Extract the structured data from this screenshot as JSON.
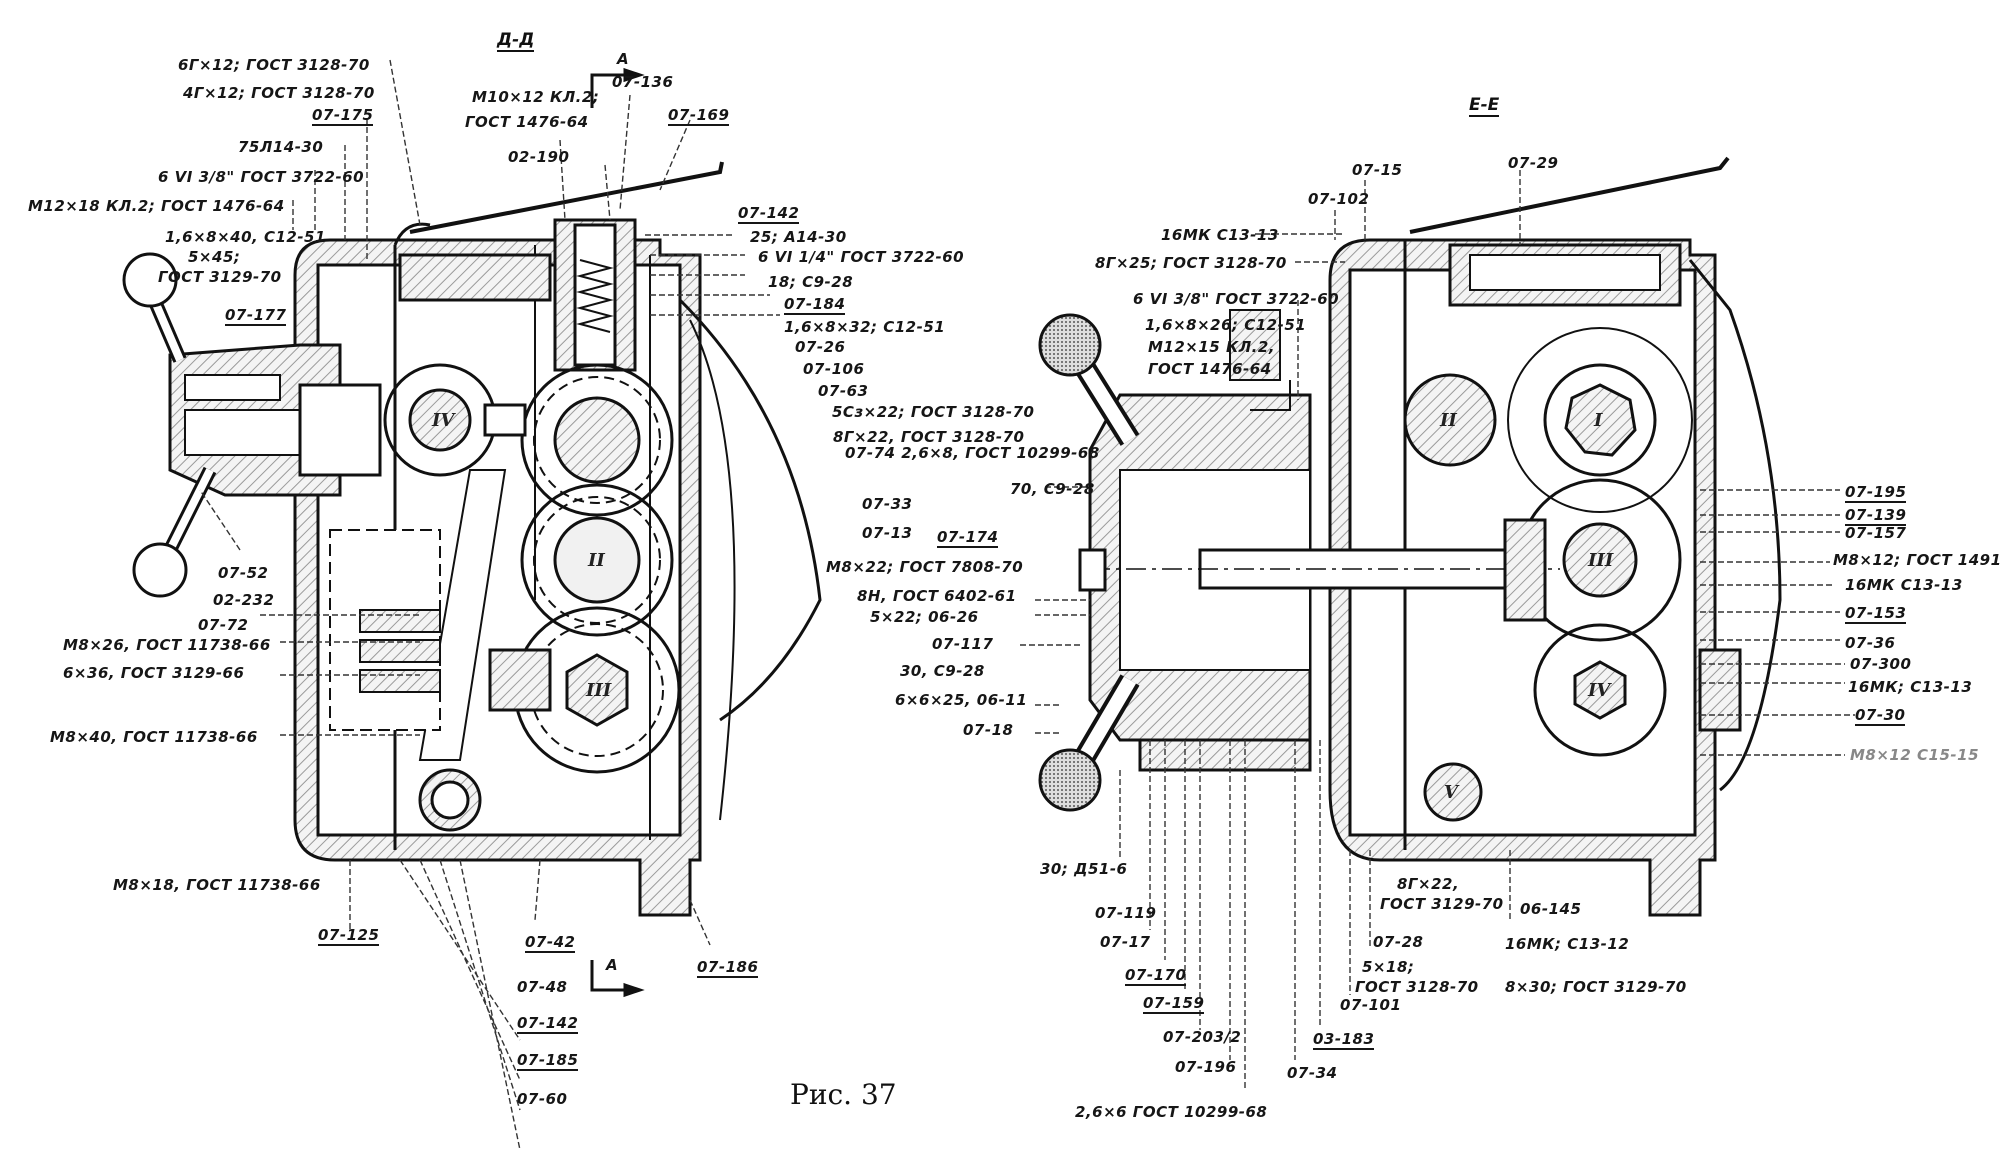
{
  "figure": {
    "caption": "Рис. 37",
    "sections": {
      "left": "Д-Д",
      "right": "Е-Е"
    },
    "view_marker": "А"
  },
  "left_view": {
    "gear_numerals": [
      "II",
      "III",
      "IV"
    ],
    "labels": [
      {
        "id": "l1",
        "text": "6Г×12; ГОСТ 3128-70"
      },
      {
        "id": "l2",
        "text": "4Г×12; ГОСТ 3128-70"
      },
      {
        "id": "l3",
        "text": "07-175",
        "underline": true
      },
      {
        "id": "l4",
        "text": "75Л14-30"
      },
      {
        "id": "l5",
        "text": "6 VI 3/8\" ГОСТ 3722-60"
      },
      {
        "id": "l6",
        "text": "М12×18 КЛ.2; ГОСТ 1476-64"
      },
      {
        "id": "l7",
        "text": "1,6×8×40, С12-51"
      },
      {
        "id": "l8",
        "text": "5×45;"
      },
      {
        "id": "l9",
        "text": "ГОСТ 3129-70"
      },
      {
        "id": "l10",
        "text": "07-177",
        "underline": true
      },
      {
        "id": "l11",
        "text": "М10×12 КЛ.2;"
      },
      {
        "id": "l12",
        "text": "ГОСТ 1476-64"
      },
      {
        "id": "l13",
        "text": "07-136"
      },
      {
        "id": "l14",
        "text": "07-169",
        "underline": true
      },
      {
        "id": "l15",
        "text": "02-190"
      },
      {
        "id": "l16",
        "text": "07-142",
        "underline": true
      },
      {
        "id": "l17",
        "text": "25; А14-30"
      },
      {
        "id": "l18",
        "text": "6 VI 1/4\" ГОСТ 3722-60"
      },
      {
        "id": "l19",
        "text": "18; С9-28"
      },
      {
        "id": "l20",
        "text": "07-184",
        "underline": true
      },
      {
        "id": "l21",
        "text": "1,6×8×32; С12-51"
      },
      {
        "id": "l22",
        "text": "07-26"
      },
      {
        "id": "l23",
        "text": "07-106"
      },
      {
        "id": "l24",
        "text": "07-63"
      },
      {
        "id": "l25",
        "text": "07-52"
      },
      {
        "id": "l26",
        "text": "02-232"
      },
      {
        "id": "l27",
        "text": "07-72"
      },
      {
        "id": "l28",
        "text": "М8×26, ГОСТ 11738-66"
      },
      {
        "id": "l29",
        "text": "6×36, ГОСТ 3129-66"
      },
      {
        "id": "l30",
        "text": "М8×40, ГОСТ 11738-66"
      },
      {
        "id": "l31",
        "text": "М8×18, ГОСТ 11738-66"
      },
      {
        "id": "l32",
        "text": "07-125",
        "underline": true
      },
      {
        "id": "l33",
        "text": "07-42",
        "underline": true
      },
      {
        "id": "l34",
        "text": "07-48"
      },
      {
        "id": "l35",
        "text": "07-142",
        "underline": true
      },
      {
        "id": "l36",
        "text": "07-185",
        "underline": true
      },
      {
        "id": "l37",
        "text": "07-60"
      },
      {
        "id": "l38",
        "text": "07-186",
        "underline": true
      }
    ]
  },
  "right_view": {
    "gear_numerals": [
      "I",
      "II",
      "III",
      "IV",
      "V"
    ],
    "labels": [
      {
        "id": "r1",
        "text": "07-15"
      },
      {
        "id": "r2",
        "text": "07-29"
      },
      {
        "id": "r3",
        "text": "07-102"
      },
      {
        "id": "r4",
        "text": "16МК С13-13"
      },
      {
        "id": "r5",
        "text": "8Г×25; ГОСТ 3128-70"
      },
      {
        "id": "r6",
        "text": "6 VI 3/8\" ГОСТ 3722-60"
      },
      {
        "id": "r7",
        "text": "1,6×8×26; С12-51"
      },
      {
        "id": "r8",
        "text": "М12×15 КЛ.2,"
      },
      {
        "id": "r9",
        "text": "ГОСТ 1476-64"
      },
      {
        "id": "r10",
        "text": "5Сз×22; ГОСТ 3128-70"
      },
      {
        "id": "r11",
        "text": "8Г×22, ГОСТ 3128-70"
      },
      {
        "id": "r12",
        "text": "07-74 2,6×8, ГОСТ 10299-68"
      },
      {
        "id": "r13",
        "text": "70, С9-28"
      },
      {
        "id": "r14",
        "text": "07-33"
      },
      {
        "id": "r15",
        "text": "07-13"
      },
      {
        "id": "r16",
        "text": "07-174",
        "underline": true
      },
      {
        "id": "r17",
        "text": "М8×22; ГОСТ 7808-70"
      },
      {
        "id": "r18",
        "text": "8Н, ГОСТ 6402-61"
      },
      {
        "id": "r19",
        "text": "5×22; 06-26"
      },
      {
        "id": "r20",
        "text": "07-117"
      },
      {
        "id": "r21",
        "text": "30, С9-28"
      },
      {
        "id": "r22",
        "text": "6×6×25, 06-11"
      },
      {
        "id": "r23",
        "text": "07-18"
      },
      {
        "id": "r24",
        "text": "30; Д51-6"
      },
      {
        "id": "r25",
        "text": "07-119"
      },
      {
        "id": "r26",
        "text": "07-17"
      },
      {
        "id": "r27",
        "text": "07-170",
        "underline": true
      },
      {
        "id": "r28",
        "text": "07-159",
        "underline": true
      },
      {
        "id": "r29",
        "text": "07-203/2"
      },
      {
        "id": "r30",
        "text": "07-196"
      },
      {
        "id": "r31",
        "text": "2,6×6 ГОСТ 10299-68"
      },
      {
        "id": "r32",
        "text": "07-34"
      },
      {
        "id": "r33",
        "text": "03-183",
        "underline": true
      },
      {
        "id": "r34",
        "text": "07-101"
      },
      {
        "id": "r35",
        "text": "5×18;"
      },
      {
        "id": "r36",
        "text": "ГОСТ 3128-70"
      },
      {
        "id": "r37",
        "text": "07-28"
      },
      {
        "id": "r38",
        "text": "8Г×22,"
      },
      {
        "id": "r39",
        "text": "ГОСТ 3129-70"
      },
      {
        "id": "r40",
        "text": "06-145"
      },
      {
        "id": "r41",
        "text": "16МК; С13-12"
      },
      {
        "id": "r42",
        "text": "8×30; ГОСТ 3129-70"
      },
      {
        "id": "r43",
        "text": "07-195",
        "underline": true
      },
      {
        "id": "r44",
        "text": "07-139",
        "underline": true
      },
      {
        "id": "r45",
        "text": "07-157"
      },
      {
        "id": "r46",
        "text": "М8×12; ГОСТ 1491-62"
      },
      {
        "id": "r47",
        "text": "16МК С13-13"
      },
      {
        "id": "r48",
        "text": "07-153",
        "underline": true
      },
      {
        "id": "r49",
        "text": "07-36"
      },
      {
        "id": "r50",
        "text": "07-300"
      },
      {
        "id": "r51",
        "text": "16МК; С13-13"
      },
      {
        "id": "r52",
        "text": "07-30",
        "underline": true
      },
      {
        "id": "r53",
        "text": "М8×12 С15-15"
      }
    ]
  }
}
